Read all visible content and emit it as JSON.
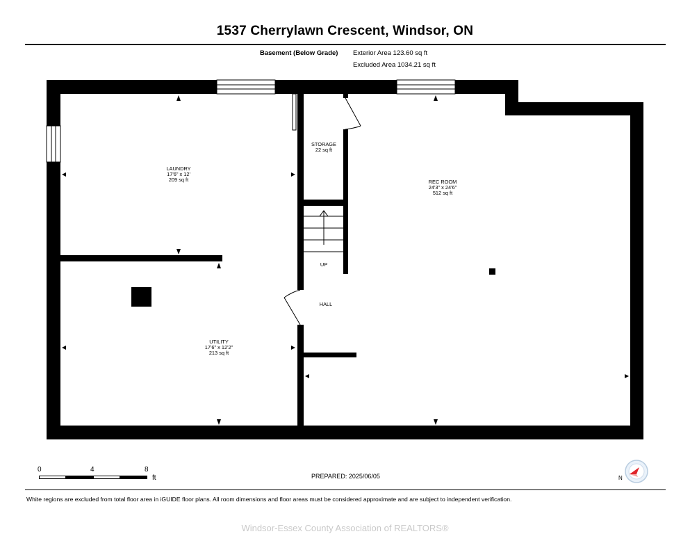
{
  "header": {
    "title": "1537 Cherrylawn Crescent, Windsor, ON",
    "floor_name": "Basement (Below Grade)",
    "exterior_area": "Exterior Area 123.60 sq ft",
    "excluded_area": "Excluded Area 1034.21 sq ft"
  },
  "rooms": {
    "laundry": {
      "name": "LAUNDRY",
      "dims": "17'6\" x 12'",
      "area": "209 sq ft"
    },
    "storage": {
      "name": "STORAGE",
      "area": "22 sq ft"
    },
    "rec_room": {
      "name": "REC ROOM",
      "dims": "24'3\" x 24'6\"",
      "area": "512 sq ft"
    },
    "utility": {
      "name": "UTILITY",
      "dims": "17'6\" x 12'2\"",
      "area": "213 sq ft"
    },
    "stairs": {
      "label": "UP"
    },
    "hall": {
      "name": "HALL"
    }
  },
  "scale_bar": {
    "ticks": [
      "0",
      "4",
      "8"
    ],
    "unit": "ft"
  },
  "prepared": "PREPARED: 2025/06/05",
  "disclaimer": "White regions are excluded from total floor area in iGUIDE floor plans. All room dimensions and floor areas must be considered approximate and are subject to independent verification.",
  "watermark": "Windsor-Essex County Association of REALTORS®",
  "compass": {
    "label": "N",
    "icon": "north-compass-icon",
    "accent_color": "#e0242a"
  },
  "colors": {
    "wall": "#000000",
    "background": "#ffffff",
    "watermark": "#c9c9c9"
  }
}
